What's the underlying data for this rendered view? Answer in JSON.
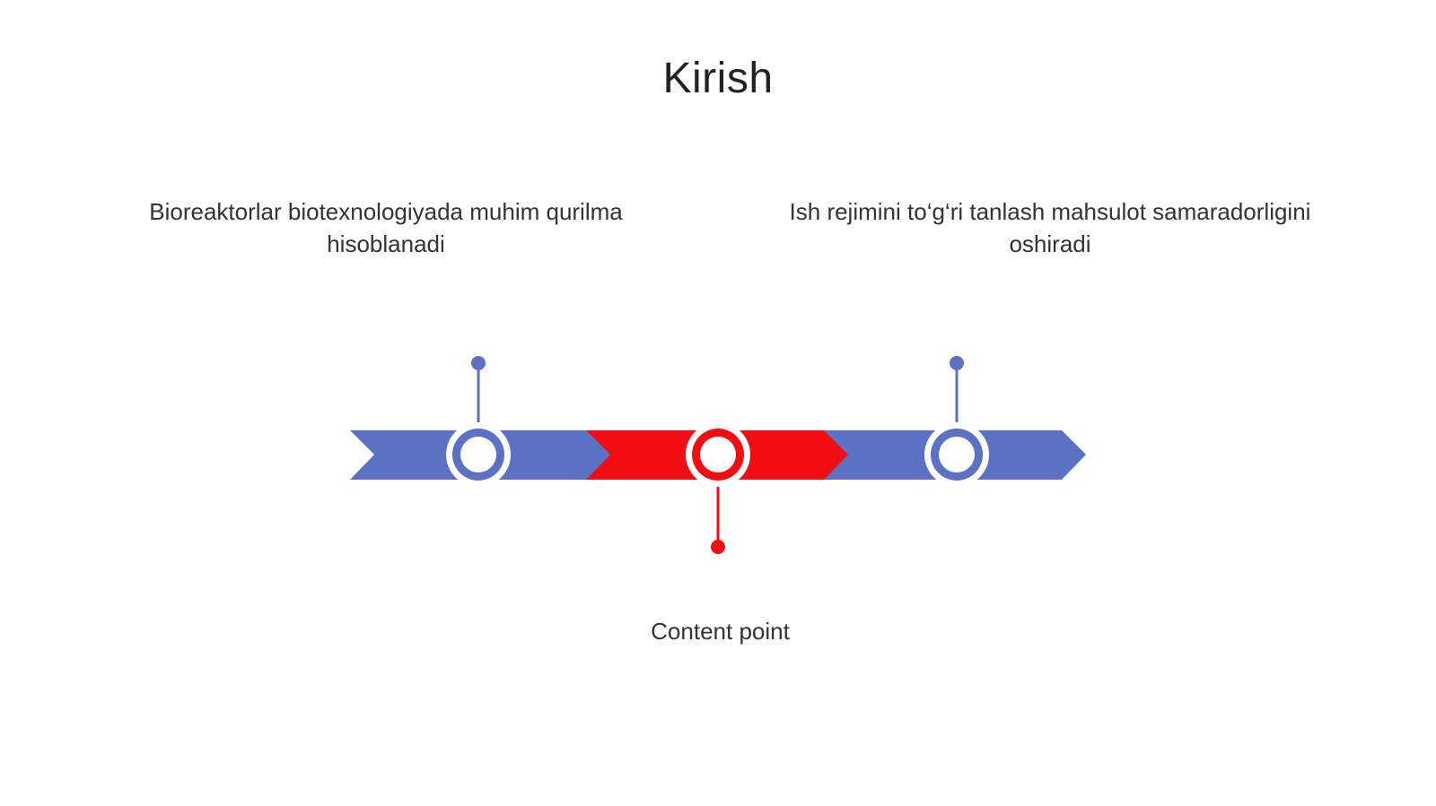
{
  "slide": {
    "title": "Kirish",
    "points": [
      {
        "id": "left",
        "text": "Bioreaktorlar biotexnologiyada muhim qurilma hisoblanadi",
        "color": "#5B72C4"
      },
      {
        "id": "middle",
        "text": "Content point",
        "color": "#F20D12"
      },
      {
        "id": "right",
        "text": "Ish rejimini to‘g‘ri tanlash mahsulot samaradorligini oshiradi",
        "color": "#5B72C4"
      }
    ]
  },
  "colors": {
    "blue": "#5B72C4",
    "red": "#F20D12",
    "ring_fill": "#ffffff",
    "background": "#ffffff",
    "text": "#333333"
  }
}
